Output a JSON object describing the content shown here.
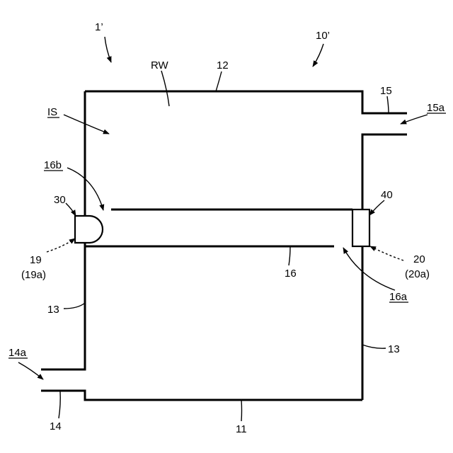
{
  "labels": {
    "device": "1’",
    "housing": "10’",
    "room_wall": "RW",
    "top_wall": "12",
    "inner_space": "IS",
    "outlet_pipe": "15",
    "outlet_opening": "15a",
    "slot_end": "16b",
    "emitter": "30",
    "sensor": "40",
    "opening_left": "19",
    "opening_left_alt": "(19a)",
    "opening_right": "20",
    "opening_right_alt": "(20a)",
    "partition": "16",
    "slot_gap": "16a",
    "side_wall_left": "13",
    "side_wall_right": "13",
    "inlet_opening": "14a",
    "inlet_pipe": "14",
    "bottom_wall": "11"
  },
  "underlined": [
    "IS",
    "16b",
    "16a",
    "15a",
    "14a"
  ],
  "colors": {
    "stroke": "#000000",
    "background": "#ffffff"
  }
}
